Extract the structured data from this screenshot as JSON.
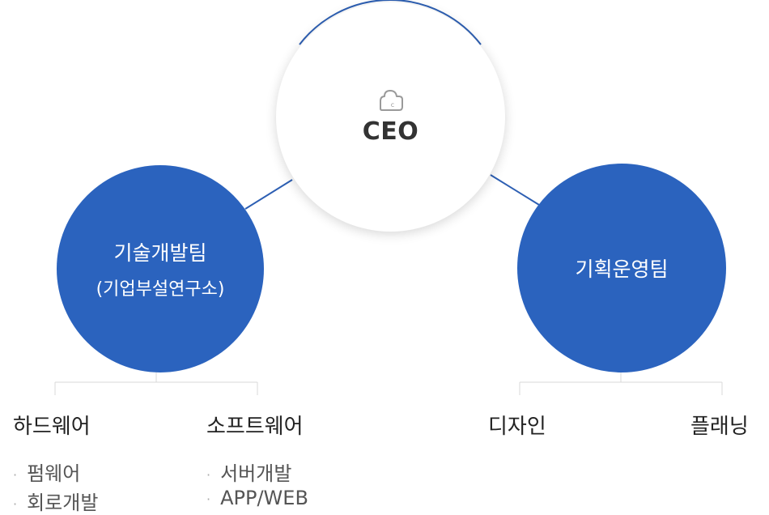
{
  "ceo": {
    "title": "CEO",
    "icon": "cloud-c-icon"
  },
  "teams": [
    {
      "name": "기술개발팀",
      "subtitle": "(기업부설연구소)"
    },
    {
      "name": "기획운영팀"
    }
  ],
  "departments": [
    {
      "title": "하드웨어",
      "items": [
        "펌웨어",
        "회로개발"
      ]
    },
    {
      "title": "소프트웨어",
      "items": [
        "서버개발",
        "APP/WEB"
      ]
    },
    {
      "title": "디자인",
      "items": []
    },
    {
      "title": "플래닝",
      "items": []
    }
  ],
  "colors": {
    "team_blue": "#2b63be",
    "connector_blue": "#2d5fb3",
    "bracket_gray": "#d9d9d9"
  }
}
